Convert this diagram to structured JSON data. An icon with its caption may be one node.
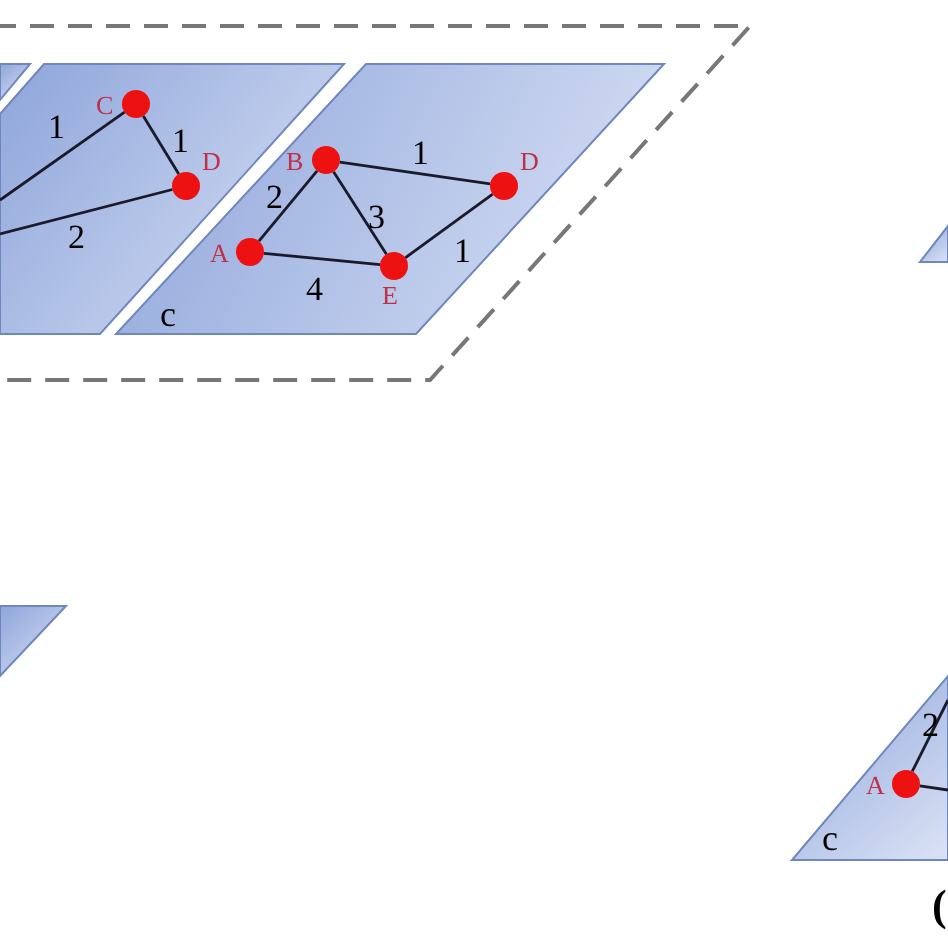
{
  "diagram": {
    "nodes": [
      {
        "text": [],
        "shape": "parallelogram"
      },
      {
        "text": [],
        "shape": "parallelogram",
        "in": 0
      },
      {
        "text": [],
        "shape": "parallelogram",
        "in": 0
      },
      {
        "text": [
          "C"
        ],
        "in": 2
      },
      {
        "text": [
          "D"
        ],
        "in": 2
      },
      {
        "text": [
          "c"
        ],
        "in": 0
      },
      {
        "text": [
          "B"
        ],
        "in": 5
      },
      {
        "text": [
          "D"
        ],
        "in": 5
      },
      {
        "text": [
          "A"
        ],
        "in": 5
      },
      {
        "text": [
          "E"
        ],
        "in": 5
      },
      {
        "text": [],
        "shape": "parallelogram"
      },
      {
        "text": [],
        "shape": "parallelogram"
      },
      {
        "text": [
          "c"
        ]
      },
      {
        "text": [
          "A"
        ],
        "in": 12
      }
    ],
    "edges": [
      {
        "from": null,
        "to": 3,
        "arrow": "none",
        "label": "1"
      },
      {
        "from": 3,
        "to": 4,
        "arrow": "none",
        "label": "1"
      },
      {
        "from": null,
        "to": 4,
        "arrow": "none",
        "label": "2"
      },
      {
        "from": 6,
        "to": 7,
        "arrow": "none",
        "label": "1"
      },
      {
        "from": 8,
        "to": 6,
        "arrow": "none",
        "label": "2"
      },
      {
        "from": 6,
        "to": 9,
        "arrow": "none",
        "label": "3"
      },
      {
        "from": 9,
        "to": 7,
        "arrow": "none",
        "label": "1"
      },
      {
        "from": 8,
        "to": 9,
        "arrow": "none",
        "label": "4"
      },
      {
        "from": 13,
        "to": null,
        "arrow": "none",
        "label": "2"
      },
      {
        "from": 13,
        "to": null,
        "arrow": "none"
      }
    ],
    "labels": [
      "("
    ]
  }
}
